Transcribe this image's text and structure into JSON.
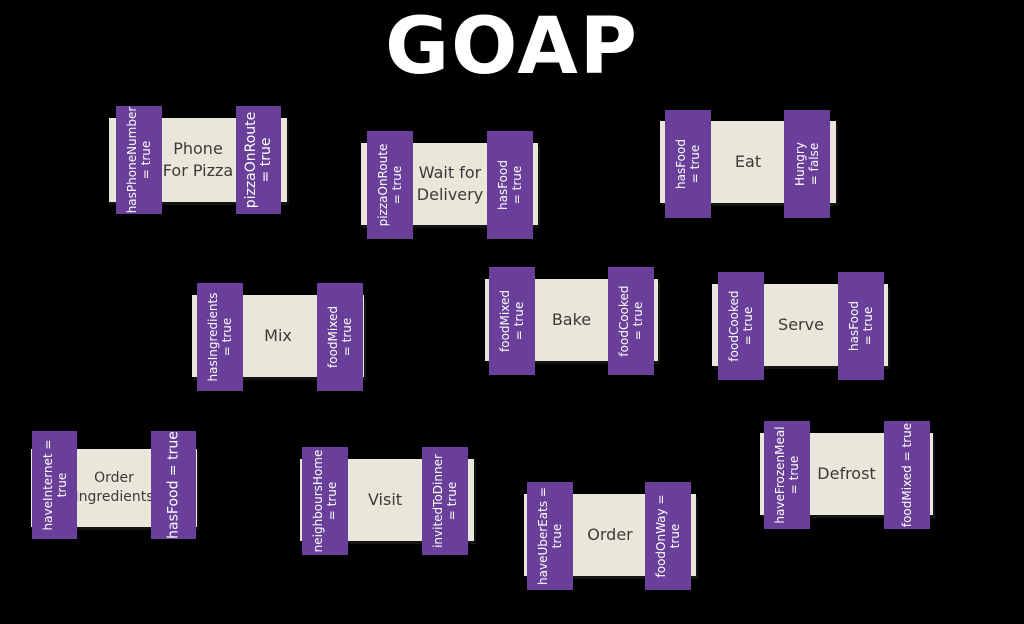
{
  "title": "GOAP",
  "colors": {
    "background": "#000000",
    "card": "#ebe6da",
    "tab": "#6a3f9a",
    "text": "#3a3a3a"
  },
  "actions": [
    {
      "name": "Phone\nFor Pizza",
      "precondition": "hasPhoneNumber\n= true",
      "effect": "pizzaOnRoute\n= true"
    },
    {
      "name": "Wait for\nDelivery",
      "precondition": "pizzaOnRoute\n= true",
      "effect": "hasFood\n= true"
    },
    {
      "name": "Eat",
      "precondition": "hasFood\n= true",
      "effect": "Hungry\n= false"
    },
    {
      "name": "Mix",
      "precondition": "hasIngredients\n= true",
      "effect": "foodMixed\n= true"
    },
    {
      "name": "Bake",
      "precondition": "foodMixed\n= true",
      "effect": "foodCooked\n= true"
    },
    {
      "name": "Serve",
      "precondition": "foodCooked\n= true",
      "effect": "hasFood\n= true"
    },
    {
      "name": "Order\nIngredients",
      "precondition": "haveInternet =\ntrue",
      "effect": "hasFood = true"
    },
    {
      "name": "Visit",
      "precondition": "neighboursHome\n= true",
      "effect": "invitedToDinner\n= true"
    },
    {
      "name": "Order",
      "precondition": "haveUberEats =\ntrue",
      "effect": "foodOnWay =\ntrue"
    },
    {
      "name": "Defrost",
      "precondition": "haveFrozenMeal\n= true",
      "effect": "foodMixed = true"
    }
  ]
}
